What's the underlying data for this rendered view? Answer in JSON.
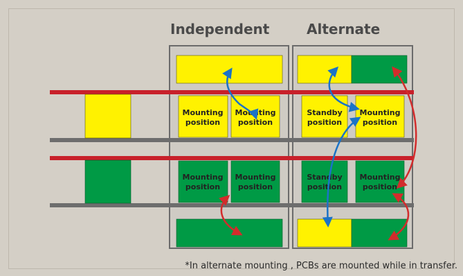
{
  "titles": {
    "independent": "Independent",
    "alternate": "Alternate"
  },
  "labels": {
    "mounting": [
      "Mounting",
      "position"
    ],
    "standby": [
      "Standby",
      "position"
    ]
  },
  "footnote": "*In alternate mounting , PCBs are mounted while in transfer.",
  "colors": {
    "background": "#d4cfc6",
    "panel": "#cfcbc4",
    "panel_border": "#6b6b6b",
    "yellow": "#fff200",
    "green": "#009a45",
    "rail_red": "#c8202a",
    "rail_gray": "#6d6d6d",
    "arrow_blue": "#1b73c7",
    "arrow_red": "#d22c2c"
  }
}
